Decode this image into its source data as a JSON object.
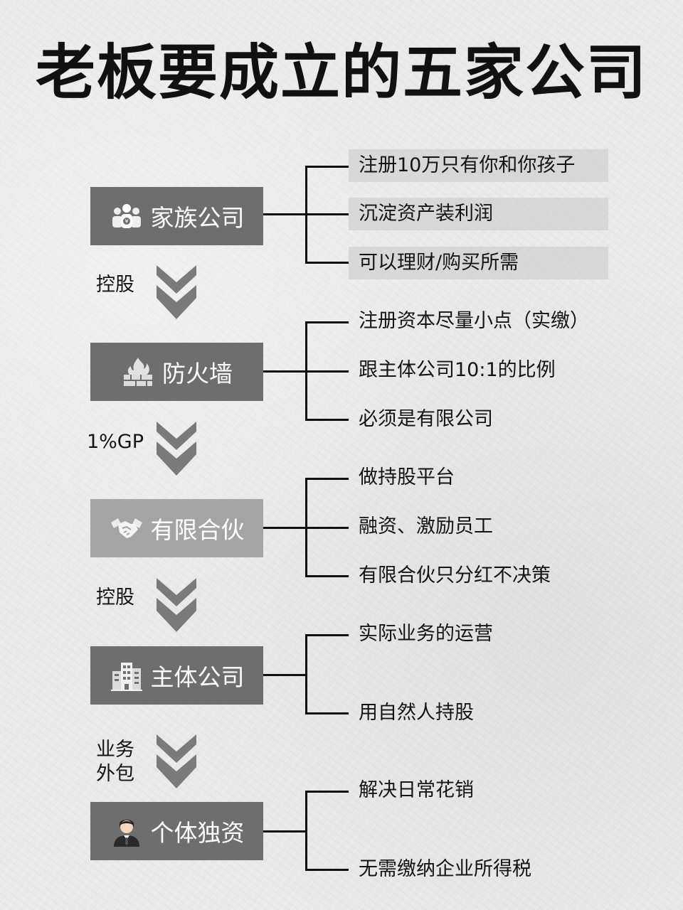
{
  "title": "老板要成立的五家公司",
  "nodes": [
    {
      "label": "家族公司",
      "icon": "family-money-icon",
      "items": [
        "注册10万只有你和你孩子",
        "沉淀资产装利润",
        "可以理财/购买所需"
      ]
    },
    {
      "label": "防火墙",
      "icon": "firewall-icon",
      "items": [
        "注册资本尽量小点（实缴）",
        "跟主体公司10:1的比例",
        "必须是有限公司"
      ]
    },
    {
      "label": "有限合伙",
      "icon": "handshake-icon",
      "items": [
        "做持股平台",
        "融资、激励员工",
        "有限合伙只分红不决策"
      ]
    },
    {
      "label": "主体公司",
      "icon": "office-building-icon",
      "items": [
        "实际业务的运营",
        "用自然人持股"
      ]
    },
    {
      "label": "个体独资",
      "icon": "businessman-icon",
      "items": [
        "解决日常花销",
        "无需缴纳企业所得税"
      ]
    }
  ],
  "relations": [
    {
      "line1": "控股",
      "line2": ""
    },
    {
      "line1": "1%GP",
      "line2": ""
    },
    {
      "line1": "控股",
      "line2": ""
    },
    {
      "line1": "业务",
      "line2": "外包"
    }
  ],
  "colors": {
    "node_dark": "#6e6e6e",
    "node_light": "#a4a4a4",
    "chevron": "#7a7a7a",
    "line": "#111111"
  }
}
